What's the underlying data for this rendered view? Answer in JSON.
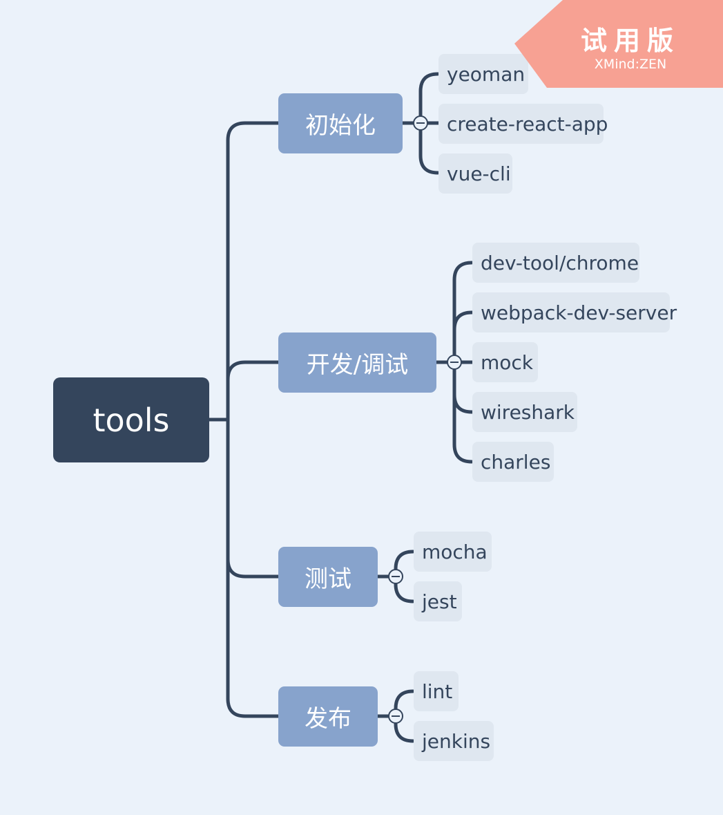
{
  "colors": {
    "background": "#ebf2fa",
    "root": "#34455c",
    "branch": "#87a3cc",
    "leaf": "#dfe7f0",
    "connector": "#34455c",
    "watermark": "#f7a193"
  },
  "watermark": {
    "title": "试用版",
    "subtitle": "XMind:ZEN"
  },
  "root": {
    "label": "tools"
  },
  "branches": [
    {
      "label": "初始化",
      "children": [
        "yeoman",
        "create-react-app",
        "vue-cli"
      ]
    },
    {
      "label": "开发/调试",
      "children": [
        "dev-tool/chrome",
        "webpack-dev-server",
        "mock",
        "wireshark",
        "charles"
      ]
    },
    {
      "label": "测试",
      "children": [
        "mocha",
        "jest"
      ]
    },
    {
      "label": "发布",
      "children": [
        "lint",
        "jenkins"
      ]
    }
  ]
}
